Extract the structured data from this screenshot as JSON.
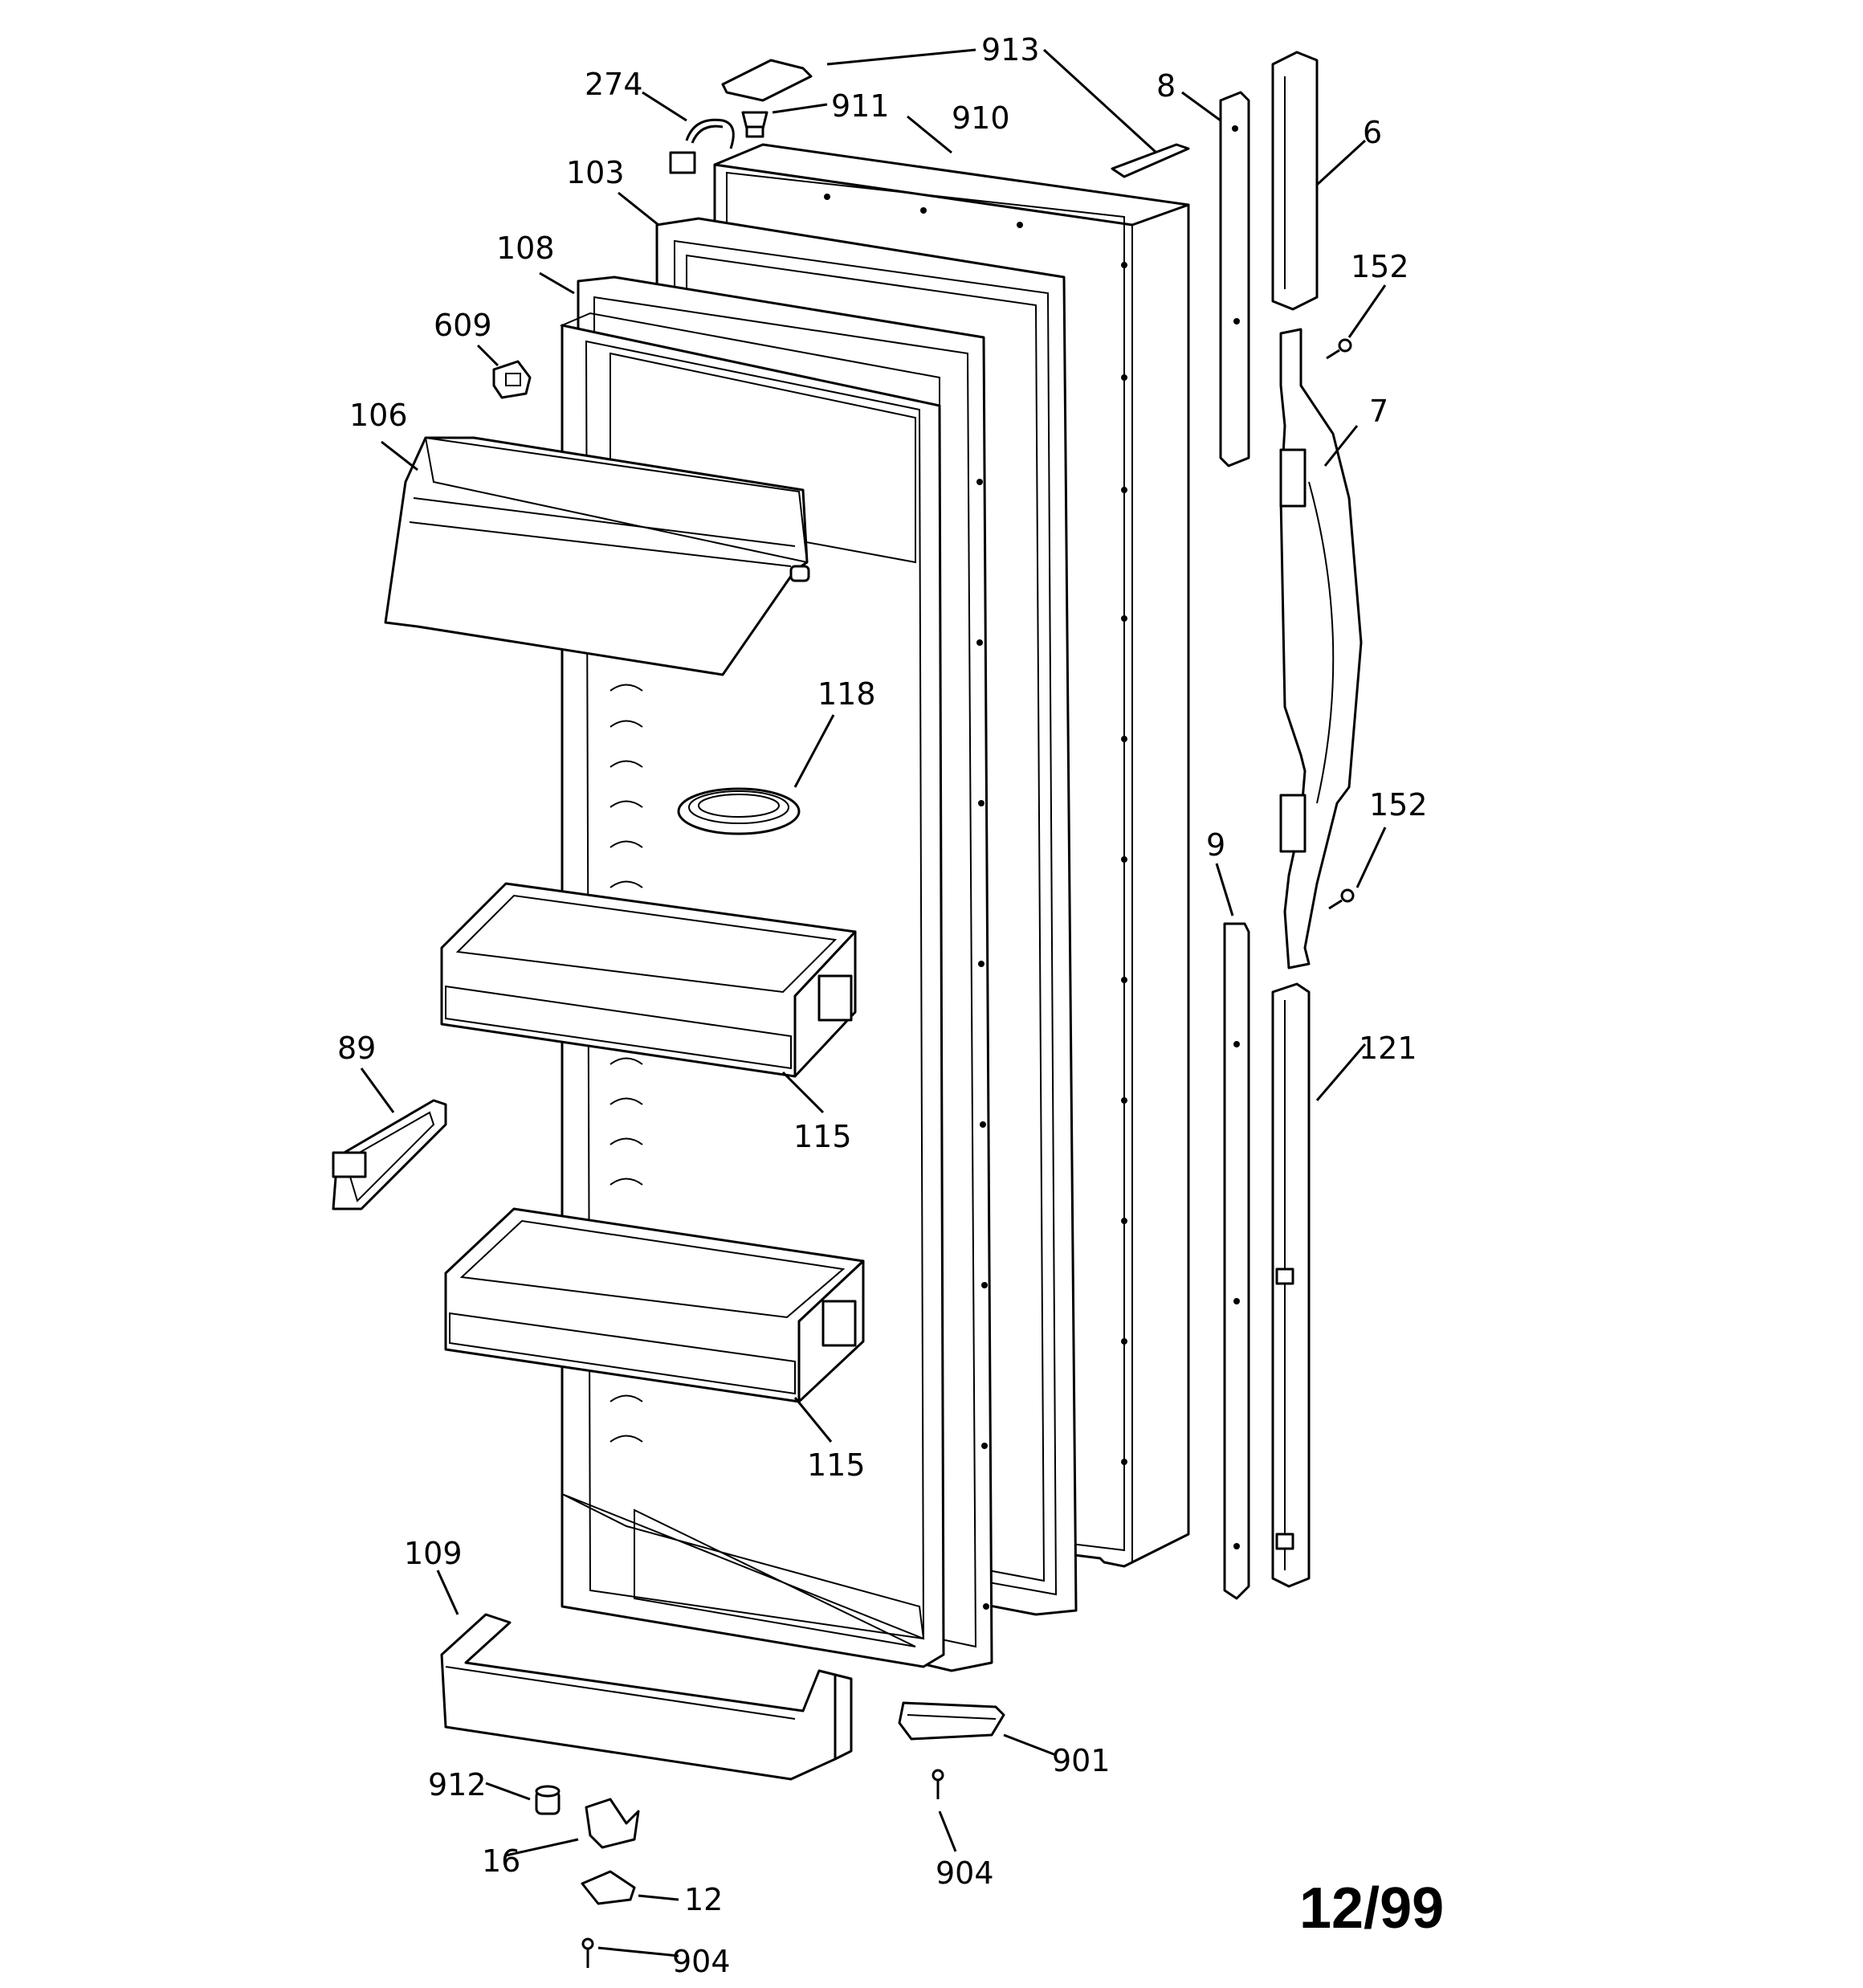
{
  "diagram": {
    "callouts": [
      "913",
      "274",
      "911",
      "910",
      "8",
      "6",
      "103",
      "152",
      "108",
      "609",
      "7",
      "106",
      "118",
      "152",
      "9",
      "89",
      "115",
      "121",
      "115",
      "109",
      "901",
      "912",
      "904",
      "16",
      "12",
      "904"
    ],
    "date_stamp": "12/99"
  }
}
